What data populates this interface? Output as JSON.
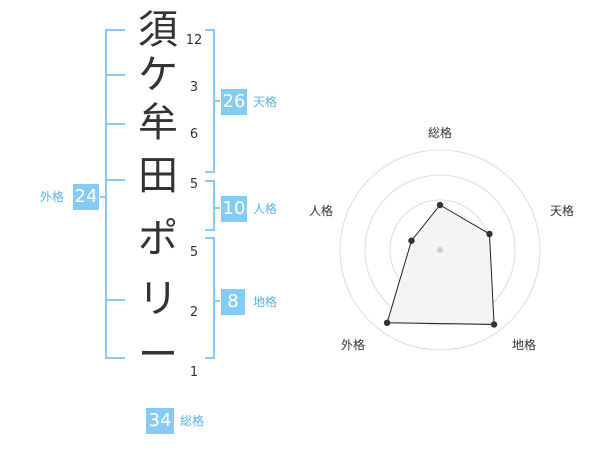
{
  "name_chars": [
    "須",
    "ケ",
    "牟",
    "田",
    "ポ",
    "リ",
    "ー"
  ],
  "stroke_counts": [
    "12",
    "3",
    "6",
    "5",
    "5",
    "2",
    "1"
  ],
  "scores": {
    "tenkaku": {
      "value": "26",
      "label": "天格"
    },
    "jinkaku": {
      "value": "10",
      "label": "人格"
    },
    "chikaku": {
      "value": "8",
      "label": "地格"
    },
    "gaikaku": {
      "value": "24",
      "label": "外格"
    },
    "soukaku": {
      "value": "34",
      "label": "総格"
    }
  },
  "radar": {
    "axes": [
      "総格",
      "天格",
      "地格",
      "外格",
      "人格"
    ],
    "levels": 4,
    "values": [
      0.45,
      0.52,
      0.92,
      0.9,
      0.3
    ],
    "colors": {
      "ring": "#dddddd",
      "fill": "#f2f2f2",
      "stroke": "#222222",
      "point": "#333333",
      "center": "#cccccc"
    }
  },
  "bracket_color": "#85cbf4"
}
